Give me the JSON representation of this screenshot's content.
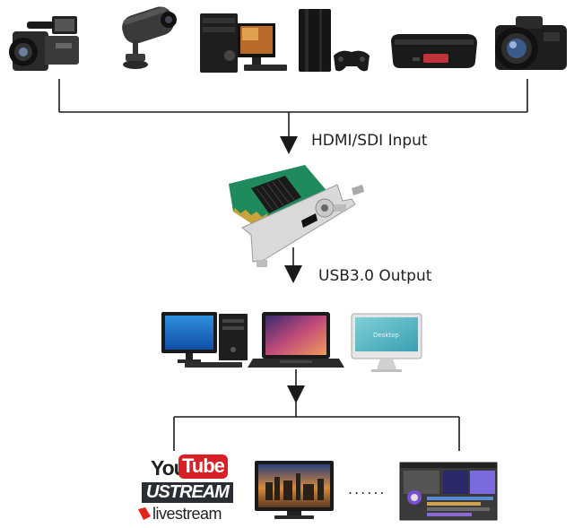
{
  "labels": {
    "input": "HDMI/SDI Input",
    "output": "USB3.0 Output",
    "ellipsis": "......",
    "screen_text": "Desktop"
  },
  "logos": {
    "youtube_you": "You",
    "youtube_tube": "Tube",
    "ustream": "USTREAM",
    "livestream": "livestream"
  },
  "icons": {
    "sources": [
      "camcorder-icon",
      "cctv-camera-icon",
      "desktop-pc-icon",
      "game-console-icon",
      "media-box-icon",
      "dslr-camera-icon"
    ],
    "device": "capture-card-icon",
    "computers": [
      "desktop-computer-icon",
      "laptop-icon",
      "imac-icon"
    ],
    "outputs": [
      "streaming-logos",
      "tv-monitor-icon",
      "editing-software-icon"
    ]
  },
  "colors": {
    "line": "#1a1a1a",
    "pcb": "#1f8a5c",
    "youtube_red": "#d81f26",
    "livestream_red": "#e2231a"
  }
}
